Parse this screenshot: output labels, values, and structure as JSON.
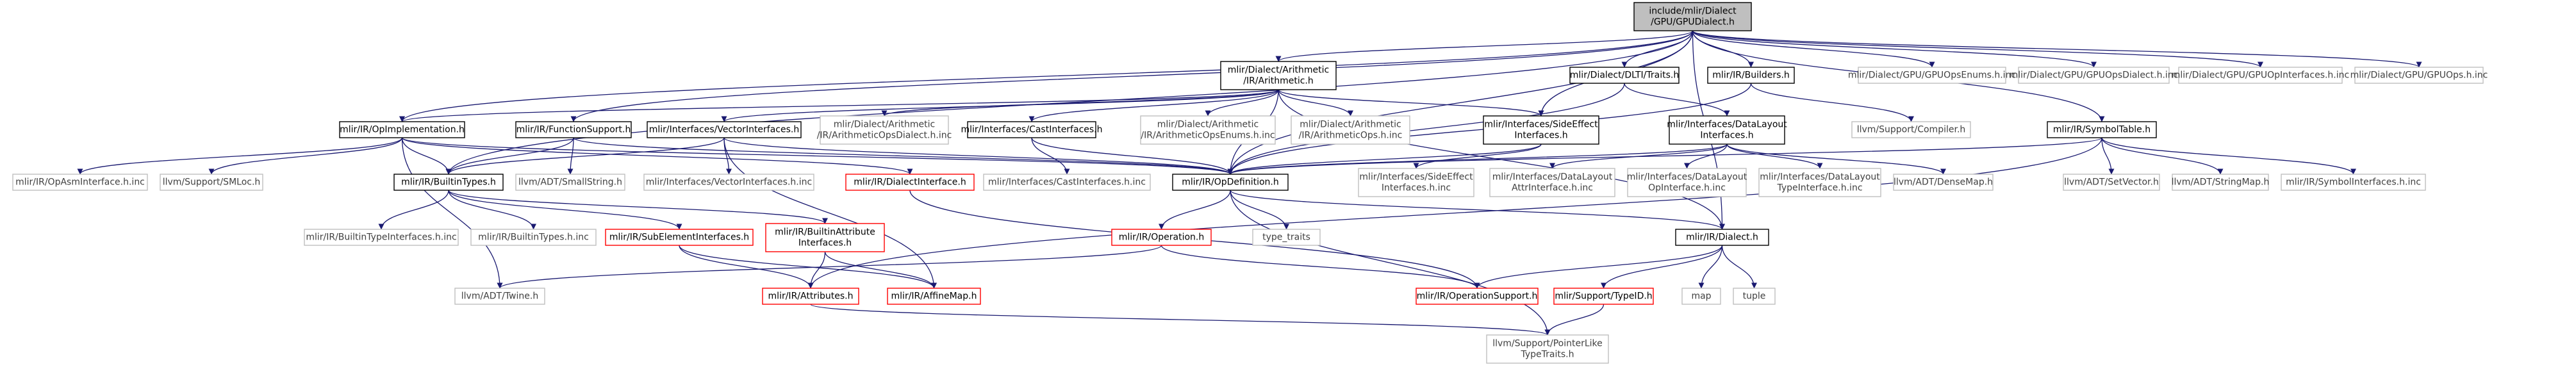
{
  "colors": {
    "normal_border": "#000000",
    "normal_text": "#000000",
    "external_border": "#bfbfbf",
    "external_text": "#404040",
    "truncated_border": "#ff0000",
    "root_fill": "#bfbfbf",
    "edge": "#191970"
  },
  "nodes": [
    {
      "id": "root",
      "lines": [
        "include/mlir/Dialect",
        "/GPU/GPUDialect.h"
      ],
      "kind": "root"
    },
    {
      "id": "arith",
      "lines": [
        "mlir/Dialect/Arithmetic",
        "/IR/Arithmetic.h"
      ],
      "kind": "normal"
    },
    {
      "id": "dlti",
      "lines": [
        "mlir/Dialect/DLTI/Traits.h"
      ],
      "kind": "normal"
    },
    {
      "id": "builders",
      "lines": [
        "mlir/IR/Builders.h"
      ],
      "kind": "normal"
    },
    {
      "id": "gpuenums",
      "lines": [
        "mlir/Dialect/GPU/GPUOpsEnums.h.inc"
      ],
      "kind": "external"
    },
    {
      "id": "gpudialectinc",
      "lines": [
        "mlir/Dialect/GPU/GPUOpsDialect.h.inc"
      ],
      "kind": "external"
    },
    {
      "id": "gpuopiface",
      "lines": [
        "mlir/Dialect/GPU/GPUOpInterfaces.h.inc"
      ],
      "kind": "external"
    },
    {
      "id": "gpuops",
      "lines": [
        "mlir/Dialect/GPU/GPUOps.h.inc"
      ],
      "kind": "external"
    },
    {
      "id": "opimpl",
      "lines": [
        "mlir/IR/OpImplementation.h"
      ],
      "kind": "normal"
    },
    {
      "id": "funcsupport",
      "lines": [
        "mlir/IR/FunctionSupport.h"
      ],
      "kind": "normal"
    },
    {
      "id": "vecifaces",
      "lines": [
        "mlir/Interfaces/VectorInterfaces.h"
      ],
      "kind": "normal"
    },
    {
      "id": "arithdialinc",
      "lines": [
        "mlir/Dialect/Arithmetic",
        "/IR/ArithmeticOpsDialect.h.inc"
      ],
      "kind": "external"
    },
    {
      "id": "castifaces",
      "lines": [
        "mlir/Interfaces/CastInterfaces.h"
      ],
      "kind": "normal"
    },
    {
      "id": "arithenuminc",
      "lines": [
        "mlir/Dialect/Arithmetic",
        "/IR/ArithmeticOpsEnums.h.inc"
      ],
      "kind": "external"
    },
    {
      "id": "arithopsinc",
      "lines": [
        "mlir/Dialect/Arithmetic",
        "/IR/ArithmeticOps.h.inc"
      ],
      "kind": "external"
    },
    {
      "id": "sideeffect",
      "lines": [
        "mlir/Interfaces/SideEffect",
        "Interfaces.h"
      ],
      "kind": "normal"
    },
    {
      "id": "datalayout",
      "lines": [
        "mlir/Interfaces/DataLayout",
        "Interfaces.h"
      ],
      "kind": "normal"
    },
    {
      "id": "compiler",
      "lines": [
        "llvm/Support/Compiler.h"
      ],
      "kind": "external"
    },
    {
      "id": "symtable",
      "lines": [
        "mlir/IR/SymbolTable.h"
      ],
      "kind": "normal"
    },
    {
      "id": "opasminc",
      "lines": [
        "mlir/IR/OpAsmInterface.h.inc"
      ],
      "kind": "external"
    },
    {
      "id": "smloc",
      "lines": [
        "llvm/Support/SMLoc.h"
      ],
      "kind": "external"
    },
    {
      "id": "builtintypes",
      "lines": [
        "mlir/IR/BuiltinTypes.h"
      ],
      "kind": "normal"
    },
    {
      "id": "smallstring",
      "lines": [
        "llvm/ADT/SmallString.h"
      ],
      "kind": "external"
    },
    {
      "id": "vecifaceinc",
      "lines": [
        "mlir/Interfaces/VectorInterfaces.h.inc"
      ],
      "kind": "external"
    },
    {
      "id": "dialiface",
      "lines": [
        "mlir/IR/DialectInterface.h"
      ],
      "kind": "truncated"
    },
    {
      "id": "castifaceinc",
      "lines": [
        "mlir/Interfaces/CastInterfaces.h.inc"
      ],
      "kind": "external"
    },
    {
      "id": "opdef",
      "lines": [
        "mlir/IR/OpDefinition.h"
      ],
      "kind": "normal"
    },
    {
      "id": "sideeffectinc",
      "lines": [
        "mlir/Interfaces/SideEffect",
        "Interfaces.h.inc"
      ],
      "kind": "external"
    },
    {
      "id": "dlattrinc",
      "lines": [
        "mlir/Interfaces/DataLayout",
        "AttrInterface.h.inc"
      ],
      "kind": "external"
    },
    {
      "id": "dlopinc",
      "lines": [
        "mlir/Interfaces/DataLayout",
        "OpInterface.h.inc"
      ],
      "kind": "external"
    },
    {
      "id": "dltypeinc",
      "lines": [
        "mlir/Interfaces/DataLayout",
        "TypeInterface.h.inc"
      ],
      "kind": "external"
    },
    {
      "id": "densemap",
      "lines": [
        "llvm/ADT/DenseMap.h"
      ],
      "kind": "external"
    },
    {
      "id": "setvector",
      "lines": [
        "llvm/ADT/SetVector.h"
      ],
      "kind": "external"
    },
    {
      "id": "stringmap",
      "lines": [
        "llvm/ADT/StringMap.h"
      ],
      "kind": "external"
    },
    {
      "id": "symifaceinc",
      "lines": [
        "mlir/IR/SymbolInterfaces.h.inc"
      ],
      "kind": "external"
    },
    {
      "id": "builtintypeifaceinc",
      "lines": [
        "mlir/IR/BuiltinTypeInterfaces.h.inc"
      ],
      "kind": "external"
    },
    {
      "id": "builtintypesinc",
      "lines": [
        "mlir/IR/BuiltinTypes.h.inc"
      ],
      "kind": "external"
    },
    {
      "id": "subelem",
      "lines": [
        "mlir/IR/SubElementInterfaces.h"
      ],
      "kind": "truncated"
    },
    {
      "id": "builtinattr",
      "lines": [
        "mlir/IR/BuiltinAttribute",
        "Interfaces.h"
      ],
      "kind": "truncated"
    },
    {
      "id": "operation",
      "lines": [
        "mlir/IR/Operation.h"
      ],
      "kind": "truncated"
    },
    {
      "id": "typetraits",
      "lines": [
        "type_traits"
      ],
      "kind": "external"
    },
    {
      "id": "dialect",
      "lines": [
        "mlir/IR/Dialect.h"
      ],
      "kind": "normal"
    },
    {
      "id": "twine",
      "lines": [
        "llvm/ADT/Twine.h"
      ],
      "kind": "external"
    },
    {
      "id": "attributes",
      "lines": [
        "mlir/IR/Attributes.h"
      ],
      "kind": "truncated"
    },
    {
      "id": "affinemap",
      "lines": [
        "mlir/IR/AffineMap.h"
      ],
      "kind": "truncated"
    },
    {
      "id": "opsupport",
      "lines": [
        "mlir/IR/OperationSupport.h"
      ],
      "kind": "truncated"
    },
    {
      "id": "typeid",
      "lines": [
        "mlir/Support/TypeID.h"
      ],
      "kind": "truncated"
    },
    {
      "id": "map",
      "lines": [
        "map"
      ],
      "kind": "external"
    },
    {
      "id": "tuple",
      "lines": [
        "tuple"
      ],
      "kind": "external"
    },
    {
      "id": "ptrlike",
      "lines": [
        "llvm/Support/PointerLike",
        "TypeTraits.h"
      ],
      "kind": "external"
    }
  ],
  "edges": [
    [
      "root",
      "arith"
    ],
    [
      "root",
      "dlti"
    ],
    [
      "root",
      "builders"
    ],
    [
      "root",
      "gpuenums"
    ],
    [
      "root",
      "gpudialectinc"
    ],
    [
      "root",
      "gpuopiface"
    ],
    [
      "root",
      "gpuops"
    ],
    [
      "root",
      "opimpl"
    ],
    [
      "root",
      "funcsupport"
    ],
    [
      "root",
      "sideeffect"
    ],
    [
      "root",
      "symtable"
    ],
    [
      "root",
      "builtintypes"
    ],
    [
      "root",
      "opdef"
    ],
    [
      "root",
      "dialect"
    ],
    [
      "arith",
      "opimpl"
    ],
    [
      "arith",
      "vecifaces"
    ],
    [
      "arith",
      "arithdialinc"
    ],
    [
      "arith",
      "castifaces"
    ],
    [
      "arith",
      "arithenuminc"
    ],
    [
      "arith",
      "arithopsinc"
    ],
    [
      "arith",
      "sideeffect"
    ],
    [
      "arith",
      "opdef"
    ],
    [
      "arith",
      "dialect"
    ],
    [
      "dlti",
      "datalayout"
    ],
    [
      "dlti",
      "opdef"
    ],
    [
      "builders",
      "compiler"
    ],
    [
      "builders",
      "opdef"
    ],
    [
      "opimpl",
      "opasminc"
    ],
    [
      "opimpl",
      "smloc"
    ],
    [
      "opimpl",
      "builtintypes"
    ],
    [
      "opimpl",
      "dialiface"
    ],
    [
      "opimpl",
      "opdef"
    ],
    [
      "opimpl",
      "twine"
    ],
    [
      "funcsupport",
      "builtintypes"
    ],
    [
      "funcsupport",
      "smallstring"
    ],
    [
      "funcsupport",
      "opdef"
    ],
    [
      "vecifaces",
      "builtintypes"
    ],
    [
      "vecifaces",
      "vecifaceinc"
    ],
    [
      "vecifaces",
      "opdef"
    ],
    [
      "vecifaces",
      "affinemap"
    ],
    [
      "castifaces",
      "castifaceinc"
    ],
    [
      "castifaces",
      "opdef"
    ],
    [
      "sideeffect",
      "opdef"
    ],
    [
      "sideeffect",
      "sideeffectinc"
    ],
    [
      "datalayout",
      "opdef"
    ],
    [
      "datalayout",
      "dlattrinc"
    ],
    [
      "datalayout",
      "dlopinc"
    ],
    [
      "datalayout",
      "dltypeinc"
    ],
    [
      "datalayout",
      "densemap"
    ],
    [
      "symtable",
      "opdef"
    ],
    [
      "symtable",
      "setvector"
    ],
    [
      "symtable",
      "stringmap"
    ],
    [
      "symtable",
      "symifaceinc"
    ],
    [
      "symtable",
      "attributes"
    ],
    [
      "builtintypes",
      "builtintypeifaceinc"
    ],
    [
      "builtintypes",
      "builtintypesinc"
    ],
    [
      "builtintypes",
      "subelem"
    ],
    [
      "builtintypes",
      "builtinattr"
    ],
    [
      "dialiface",
      "opsupport"
    ],
    [
      "opdef",
      "operation"
    ],
    [
      "opdef",
      "typetraits"
    ],
    [
      "opdef",
      "dialect"
    ],
    [
      "opdef",
      "ptrlike"
    ],
    [
      "subelem",
      "attributes"
    ],
    [
      "subelem",
      "affinemap"
    ],
    [
      "builtinattr",
      "attributes"
    ],
    [
      "builtinattr",
      "affinemap"
    ],
    [
      "operation",
      "twine"
    ],
    [
      "operation",
      "opsupport"
    ],
    [
      "dialect",
      "opsupport"
    ],
    [
      "dialect",
      "typeid"
    ],
    [
      "dialect",
      "map"
    ],
    [
      "dialect",
      "tuple"
    ],
    [
      "attributes",
      "ptrlike"
    ],
    [
      "typeid",
      "ptrlike"
    ]
  ]
}
